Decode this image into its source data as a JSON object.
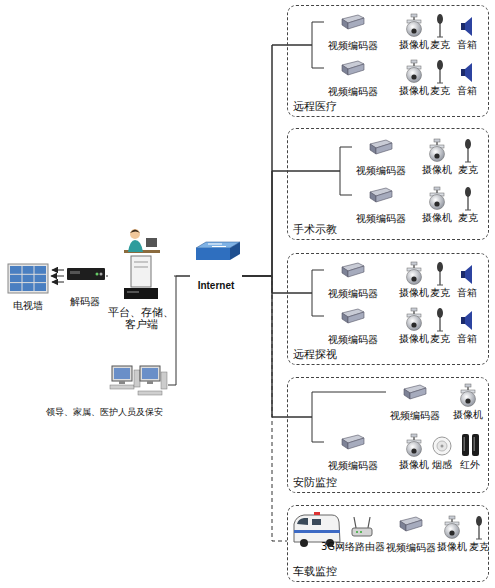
{
  "diagram": {
    "nodes": [
      {
        "text": [
          "电视墙"
        ]
      },
      {
        "text": [
          "解码器"
        ]
      },
      {
        "text": [
          "平台、存储、 客户端"
        ]
      },
      {
        "text": [
          "Internet"
        ]
      },
      {
        "text": [
          "领导、家属、医护人员及保安"
        ]
      },
      {
        "text": [
          "远程医疗"
        ]
      },
      {
        "text": [
          "视频编码器"
        ],
        "in": 5
      },
      {
        "text": [
          "视频编码器"
        ],
        "in": 5
      },
      {
        "text": [
          "手术示教"
        ]
      },
      {
        "text": [
          "视频编码器"
        ],
        "in": 8
      },
      {
        "text": [
          "视频编码器"
        ],
        "in": 8
      },
      {
        "text": [
          "远程探视"
        ]
      },
      {
        "text": [
          "视频编码器"
        ],
        "in": 11
      },
      {
        "text": [
          "视频编码器"
        ],
        "in": 11
      },
      {
        "text": [
          "安防监控"
        ]
      },
      {
        "text": [
          "视频编码器"
        ],
        "in": 14
      },
      {
        "text": [
          "视频编码器"
        ],
        "in": 14
      },
      {
        "text": [
          "车载监控"
        ]
      },
      {
        "text": [
          "视频编码器"
        ],
        "in": 17
      }
    ],
    "edges": [
      {
        "from": 1,
        "to": 0,
        "arrow": "to"
      },
      {
        "from": 1,
        "to": 2,
        "arrow": "none"
      },
      {
        "from": 2,
        "to": 3,
        "arrow": "none"
      },
      {
        "from": 4,
        "to": 3,
        "arrow": "none"
      },
      {
        "from": 3,
        "to": 6,
        "arrow": "none"
      },
      {
        "from": 3,
        "to": 7,
        "arrow": "none"
      },
      {
        "from": 3,
        "to": 9,
        "arrow": "none"
      },
      {
        "from": 3,
        "to": 10,
        "arrow": "none"
      },
      {
        "from": 3,
        "to": 12,
        "arrow": "none"
      },
      {
        "from": 3,
        "to": 13,
        "arrow": "none"
      },
      {
        "from": 3,
        "to": 15,
        "arrow": "none"
      },
      {
        "from": 3,
        "to": 16,
        "arrow": "none"
      },
      {
        "from": 3,
        "to": 17,
        "arrow": "none"
      }
    ],
    "labels": [
      "摄像机",
      "麦克",
      "音箱",
      "摄像机",
      "麦克",
      "音箱",
      "摄像机",
      "麦克",
      "摄像机",
      "麦克",
      "摄像机",
      "麦克",
      "音箱",
      "摄像机",
      "麦克",
      "音箱",
      "摄像机",
      "摄像机",
      "烟感",
      "红外",
      "3G网络路由器",
      "摄像机",
      "麦克"
    ]
  }
}
